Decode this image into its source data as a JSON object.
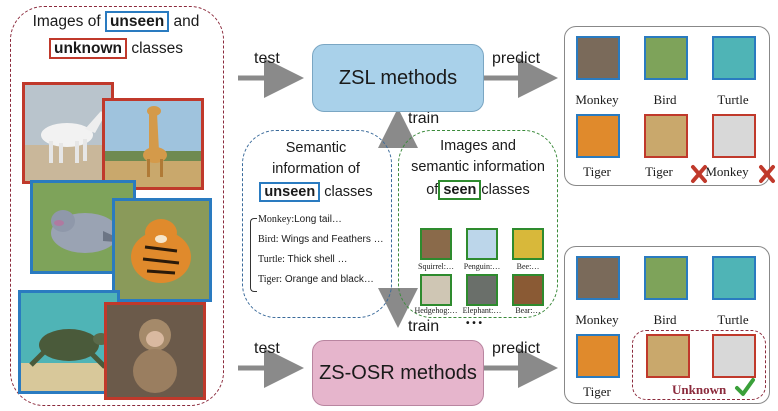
{
  "input_panel": {
    "line1_pre": "Images of ",
    "line1_hl": "unseen",
    "line1_post": " and",
    "line2_hl": "unknown",
    "line2_post": " classes"
  },
  "arrows": {
    "test_top": "test",
    "predict_top": "predict",
    "train_top": "train",
    "train_bottom": "train",
    "test_bottom": "test",
    "predict_bottom": "predict"
  },
  "methods": {
    "zsl": "ZSL methods",
    "zsosr": "ZS-OSR methods"
  },
  "semantic_box": {
    "line1": "Semantic",
    "line2": "information of",
    "hl": "unseen",
    "post": " classes",
    "entries": [
      {
        "name": "Monkey:",
        "desc": "Long tail…"
      },
      {
        "name": "Bird:",
        "desc": "Wings and Feathers …"
      },
      {
        "name": "Turtle:",
        "desc": "Thick shell …"
      },
      {
        "name": "Tiger:",
        "desc": "Orange and black…"
      }
    ]
  },
  "seen_box": {
    "line1": "Images and",
    "line2": "semantic information",
    "pre": "of",
    "hl": "seen",
    "post": "classes",
    "items": [
      "Squirrel:…",
      "Penguin:…",
      "Bee:…",
      "Hedgehog:…",
      "Elephant:…",
      "Bear:…"
    ],
    "more": "• • •"
  },
  "zsl_predictions": {
    "labels": [
      "Monkey",
      "Bird",
      "Turtle",
      "Tiger",
      "Tiger",
      "Monkey"
    ]
  },
  "osr_predictions": {
    "labels": [
      "Monkey",
      "Bird",
      "Turtle",
      "Tiger"
    ],
    "unknown_label": "Unknown"
  },
  "colors": {
    "unseen_blue": "#2a7bc0",
    "unknown_red": "#c0392b",
    "seen_green": "#2e8b2e",
    "zsl_fill": "#a9d1ea",
    "osr_fill": "#e6b5cc",
    "wrong_mark": "#c0392b",
    "right_mark": "#3aa03a"
  }
}
